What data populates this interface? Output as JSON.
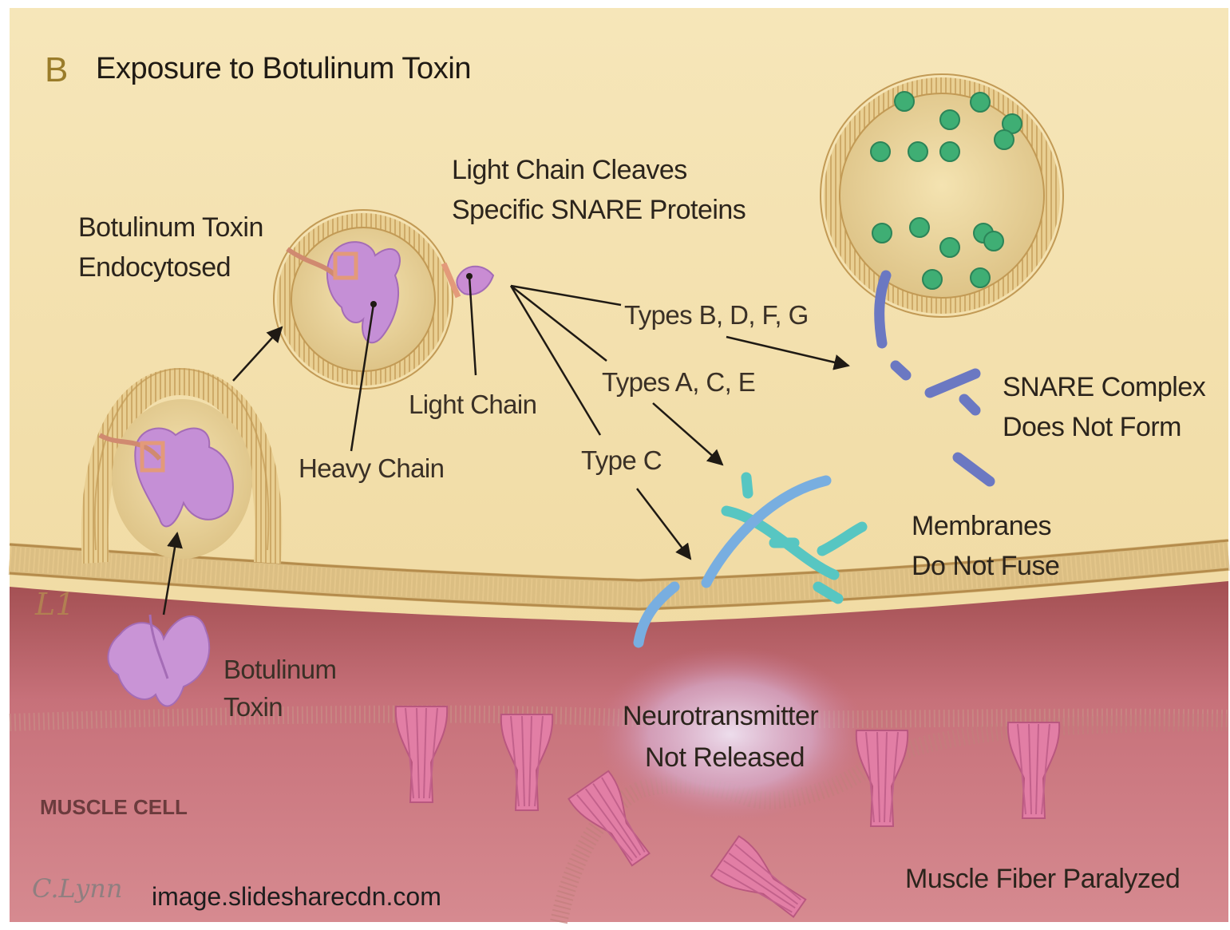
{
  "panel_letter": "B",
  "title": "Exposure to Botulinum Toxin",
  "labels": {
    "endocytosed_l1": "Botulinum Toxin",
    "endocytosed_l2": "Endocytosed",
    "cleaves_l1": "Light Chain Cleaves",
    "cleaves_l2": "Specific SNARE Proteins",
    "light_chain": "Light Chain",
    "heavy_chain": "Heavy Chain",
    "types_bdfg": "Types B, D, F, G",
    "types_ace": "Types A, C, E",
    "type_c": "Type C",
    "snare_l1": "SNARE Complex",
    "snare_l2": "Does Not Form",
    "membranes_l1": "Membranes",
    "membranes_l2": "Do Not Fuse",
    "toxin_l1": "Botulinum",
    "toxin_l2": "Toxin",
    "neuro_l1": "Neurotransmitter",
    "neuro_l2": "Not Released",
    "muscle_cell": "MUSCLE CELL",
    "muscle_fiber": "Muscle Fiber Paralyzed"
  },
  "signature": "C.Lynn",
  "source": "image.slidesharecdn.com",
  "colors": {
    "nerve_cytoplasm": "#f1dca4",
    "membrane": "#d7b67a",
    "muscle_top": "#b95e5e",
    "muscle_bottom": "#d8888b",
    "toxin": "#c98fd8",
    "vesicle_particle": "#3fae74",
    "snare_syntaxin": "#6b78c2",
    "snare_snap25": "#57c6c2",
    "receptor": "#e27ea5"
  }
}
